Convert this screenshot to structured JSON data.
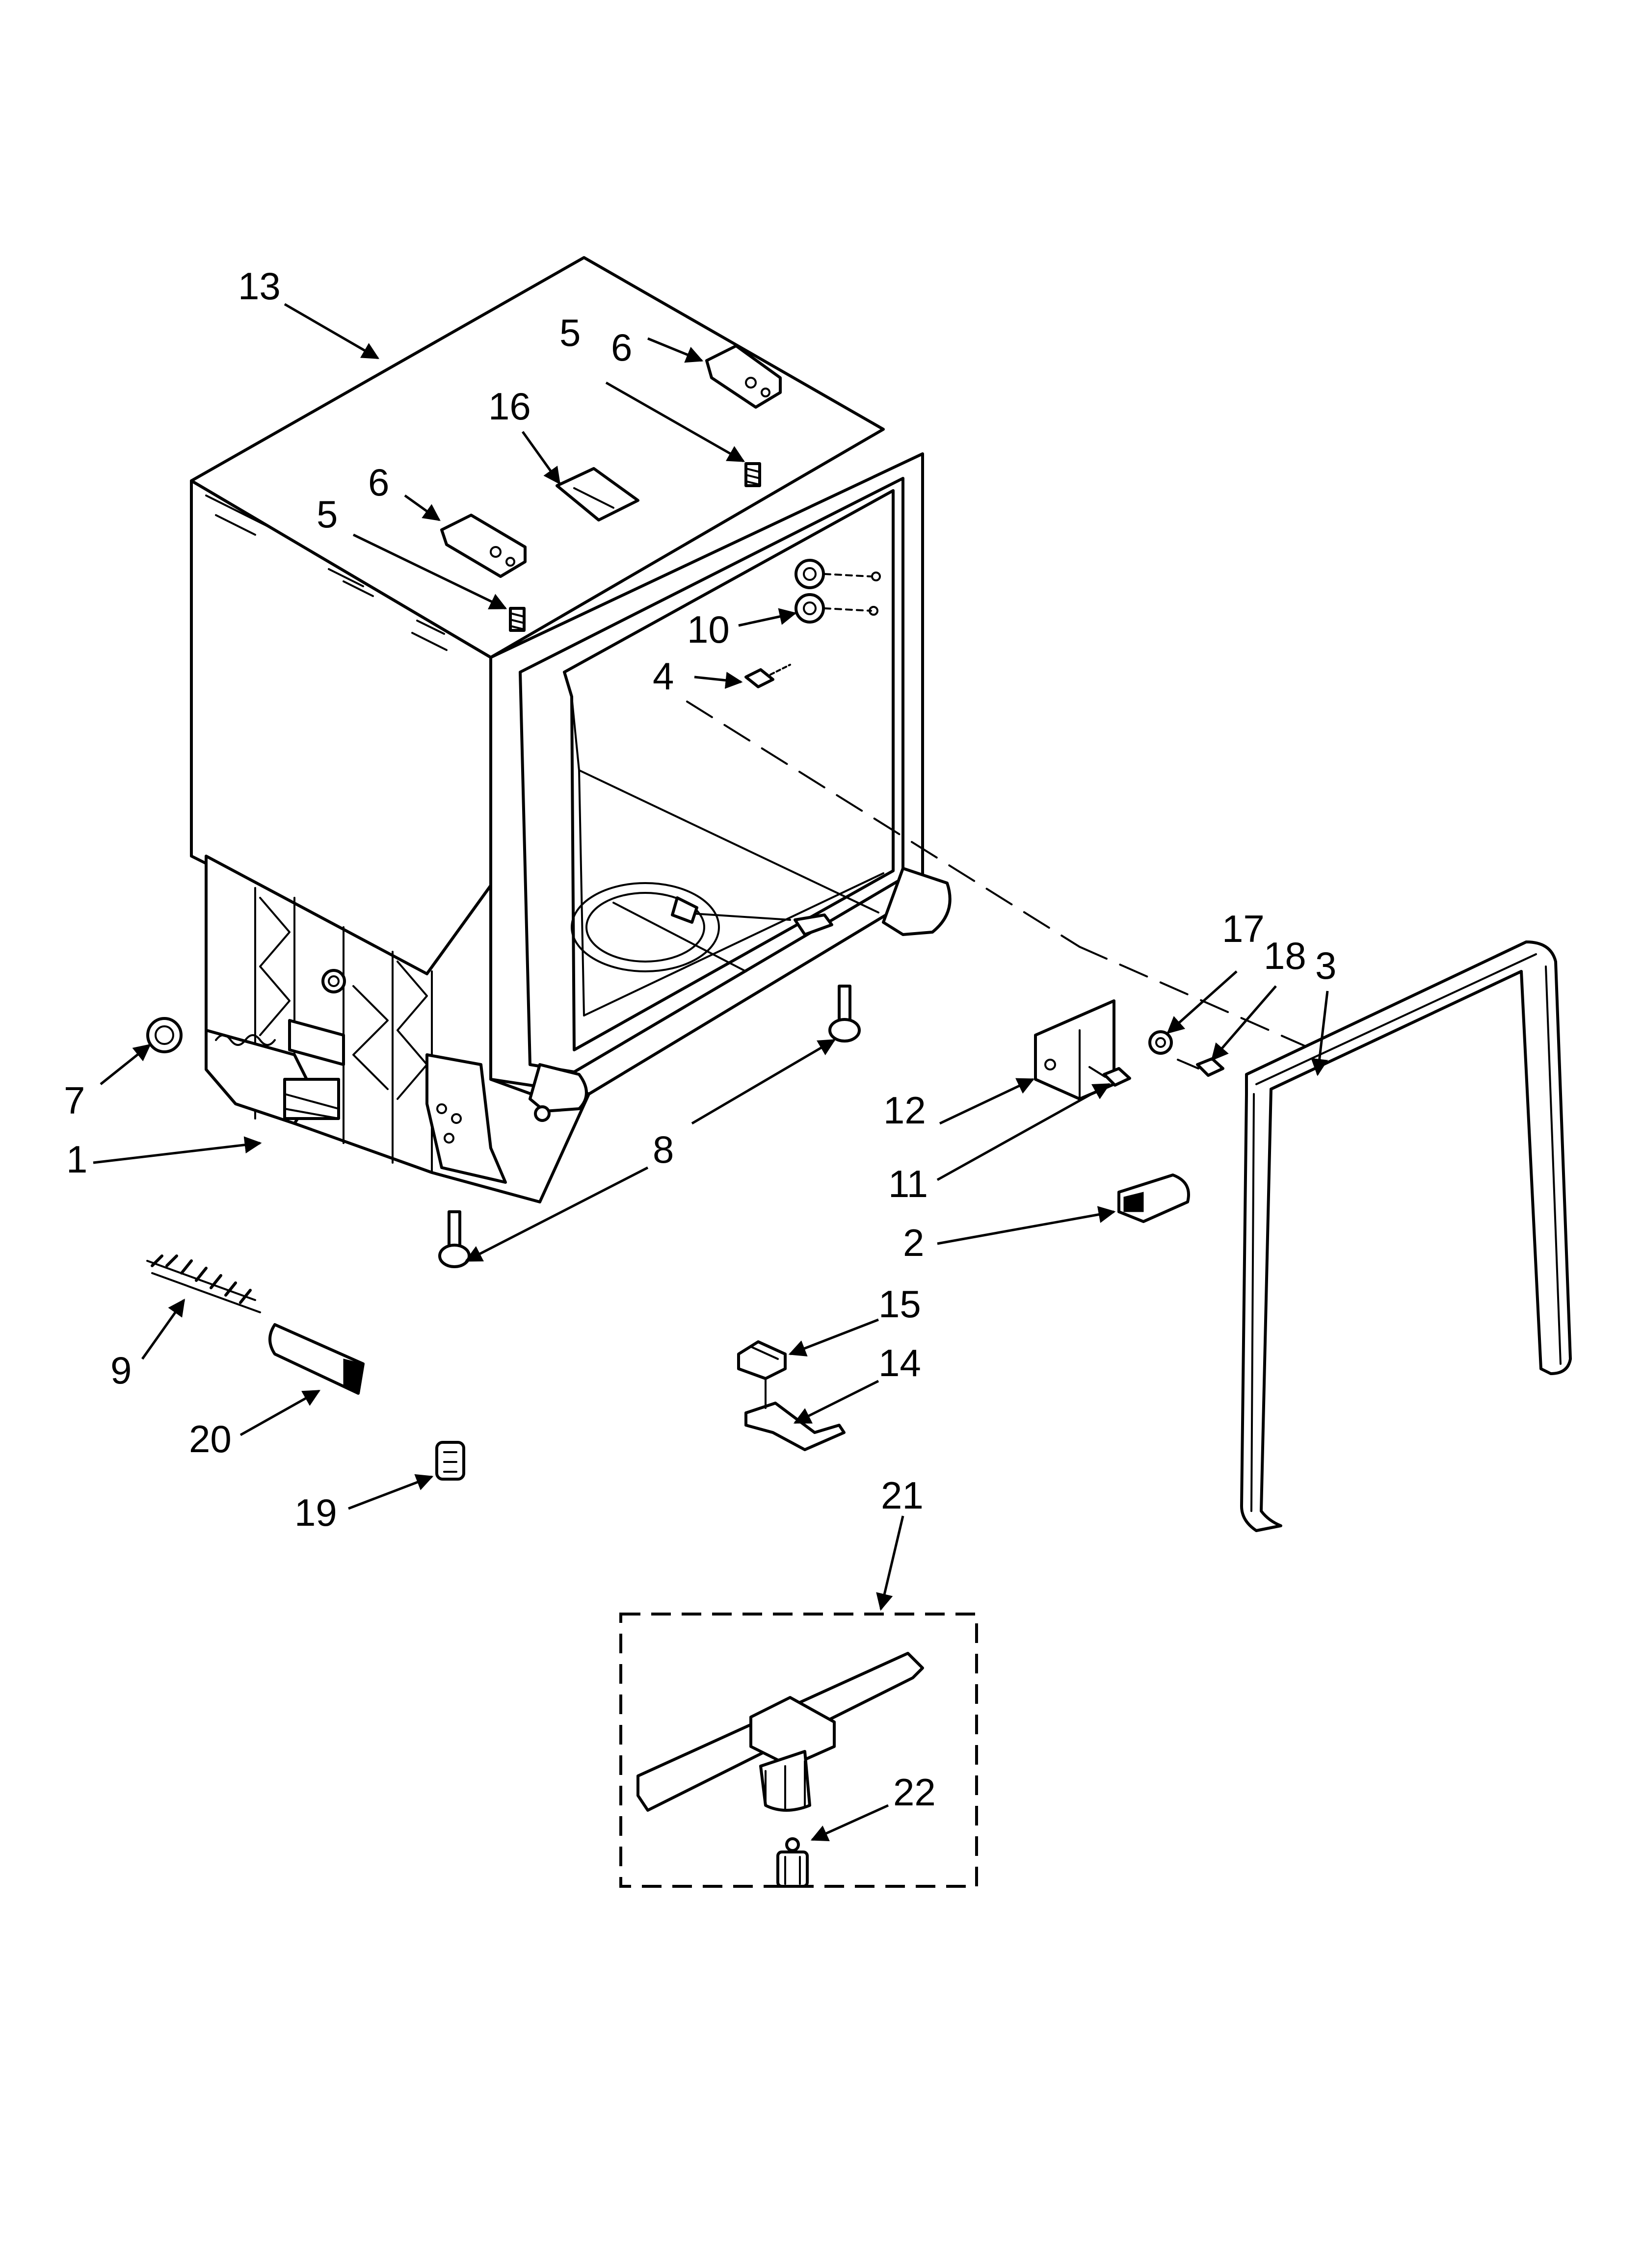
{
  "diagram": {
    "callouts": [
      {
        "id": "c13",
        "label": "13"
      },
      {
        "id": "c6a",
        "label": "6"
      },
      {
        "id": "c5a",
        "label": "5"
      },
      {
        "id": "c16",
        "label": "16"
      },
      {
        "id": "c6b",
        "label": "6"
      },
      {
        "id": "c5b",
        "label": "5"
      },
      {
        "id": "c10",
        "label": "10"
      },
      {
        "id": "c4",
        "label": "4"
      },
      {
        "id": "c17",
        "label": "17"
      },
      {
        "id": "c18",
        "label": "18"
      },
      {
        "id": "c3",
        "label": "3"
      },
      {
        "id": "c7",
        "label": "7"
      },
      {
        "id": "c1",
        "label": "1"
      },
      {
        "id": "c8",
        "label": "8"
      },
      {
        "id": "c12",
        "label": "12"
      },
      {
        "id": "c11",
        "label": "11"
      },
      {
        "id": "c2",
        "label": "2"
      },
      {
        "id": "c9",
        "label": "9"
      },
      {
        "id": "c15",
        "label": "15"
      },
      {
        "id": "c14",
        "label": "14"
      },
      {
        "id": "c20",
        "label": "20"
      },
      {
        "id": "c21",
        "label": "21"
      },
      {
        "id": "c19",
        "label": "19"
      },
      {
        "id": "c22",
        "label": "22"
      }
    ]
  }
}
